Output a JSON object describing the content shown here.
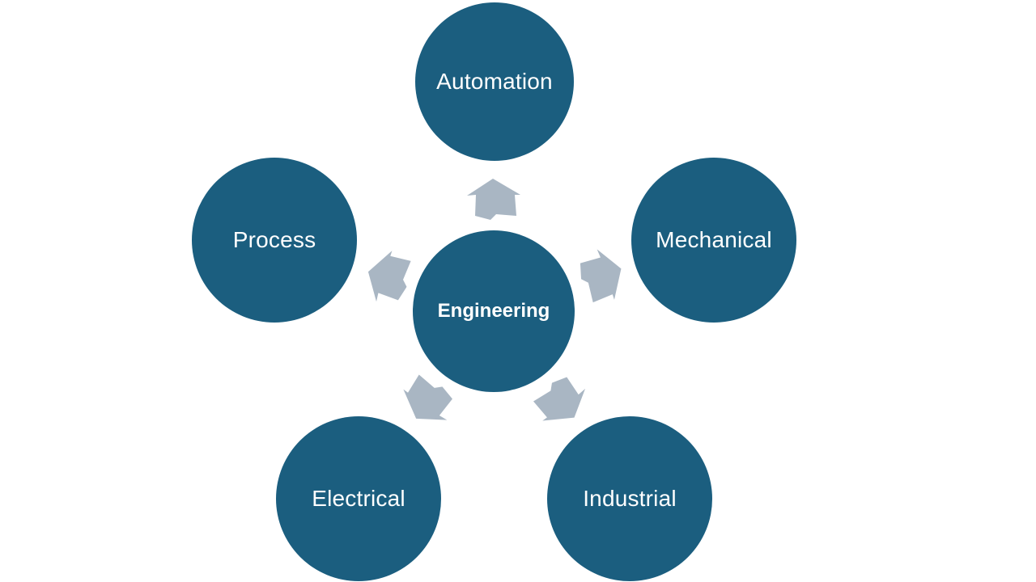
{
  "diagram": {
    "type": "radial-hub-spoke",
    "center": {
      "label": "Engineering"
    },
    "nodes": [
      {
        "label": "Automation",
        "position": "top"
      },
      {
        "label": "Process",
        "position": "left"
      },
      {
        "label": "Mechanical",
        "position": "right"
      },
      {
        "label": "Electrical",
        "position": "bottom-left"
      },
      {
        "label": "Industrial",
        "position": "bottom-right"
      }
    ],
    "arrows": [
      {
        "icon": "arrow-up-icon",
        "direction": "up"
      },
      {
        "icon": "arrow-left-icon",
        "direction": "left"
      },
      {
        "icon": "arrow-right-icon",
        "direction": "right"
      },
      {
        "icon": "arrow-down-left-icon",
        "direction": "down-left"
      },
      {
        "icon": "arrow-down-right-icon",
        "direction": "down-right"
      }
    ],
    "colors": {
      "circle": "#1B5E7F",
      "arrow": "#A9B6C3",
      "text": "#FFFFFF",
      "background": "#FFFFFF"
    }
  }
}
